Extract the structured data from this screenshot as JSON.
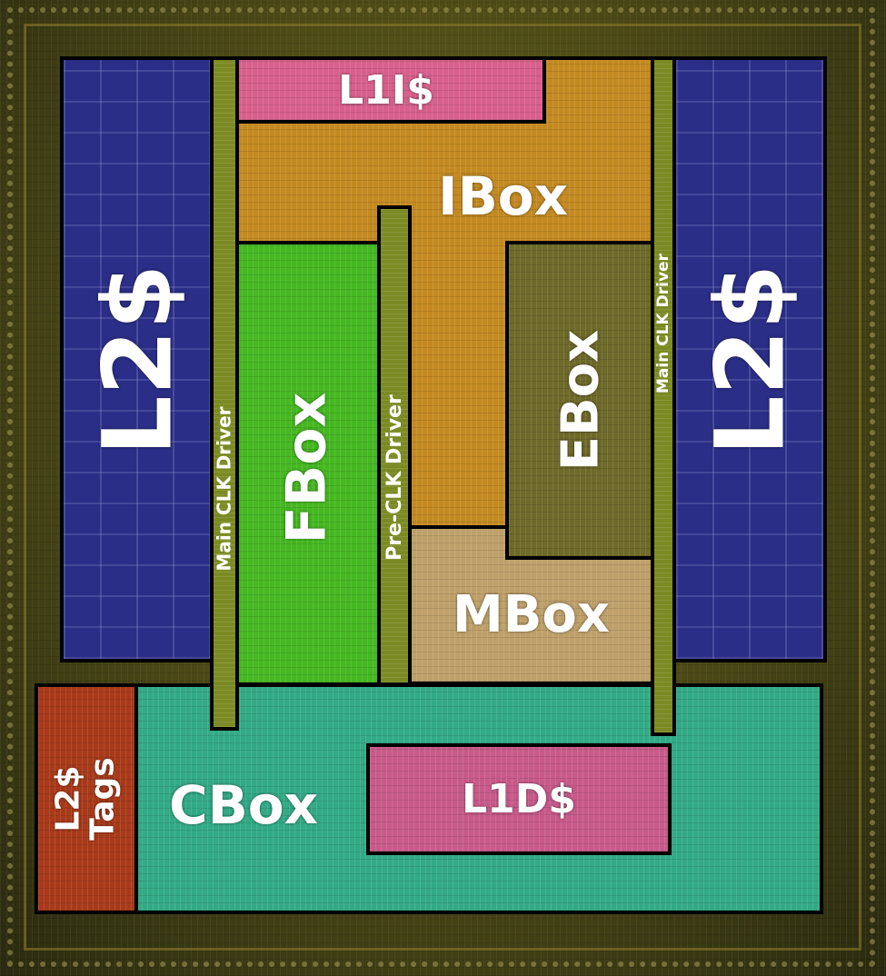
{
  "blocks": {
    "l2_left": "L2$",
    "l2_right": "L2$",
    "l1i": "L1I$",
    "ibox": "IBox",
    "fbox": "FBox",
    "ebox": "EBox",
    "mbox": "MBox",
    "cbox": "CBox",
    "l1d": "L1D$",
    "l2tags_line1": "L2$",
    "l2tags_line2": "Tags"
  },
  "drivers": {
    "main_clk_left": "Main CLK Driver",
    "pre_clk": "Pre-CLK Driver",
    "main_clk_right": "Main CLK Driver"
  },
  "colors": {
    "l2": "#2b2e86",
    "l1i": "#d8608c",
    "ibox": "#c48a22",
    "fbox": "#46b822",
    "ebox": "#6e6a2a",
    "mbox": "#bfa06a",
    "cbox": "#33aa86",
    "l1d": "#c85a8a",
    "l2tags": "#a83a1a",
    "clk": "#7c8a24"
  }
}
